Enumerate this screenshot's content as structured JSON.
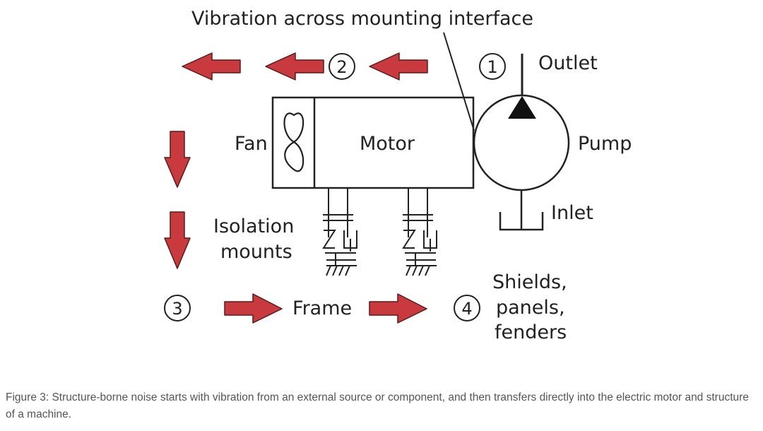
{
  "diagram": {
    "labels": {
      "title": "Vibration across mounting interface",
      "outlet": "Outlet",
      "pump": "Pump",
      "inlet": "Inlet",
      "fan": "Fan",
      "motor": "Motor",
      "isolation_line1": "Isolation",
      "isolation_line2": "mounts",
      "frame": "Frame",
      "shields_line1": "Shields,",
      "shields_line2": "panels,",
      "shields_line3": "fenders"
    },
    "markers": [
      "1",
      "2",
      "3",
      "4"
    ],
    "colors": {
      "arrow_fill": "#c83a3e",
      "line": "#222222",
      "caption_text": "#555555"
    }
  },
  "caption": "Figure 3: Structure-borne noise starts with vibration from an external source or component, and then transfers directly into the electric motor and structure of a machine."
}
